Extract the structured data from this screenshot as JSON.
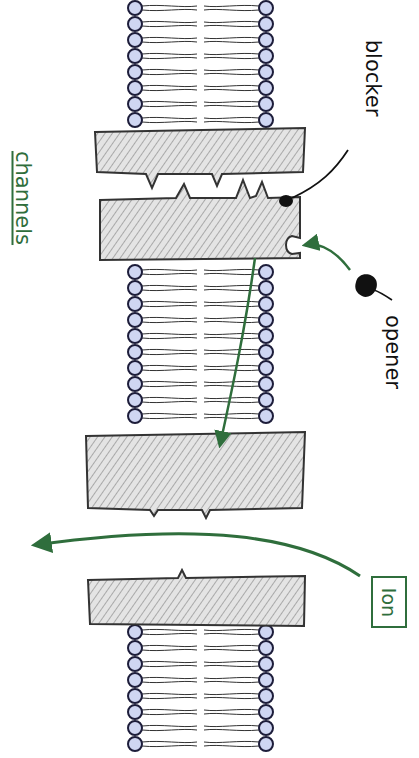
{
  "diagram": {
    "nodes": [
      {
        "text": [
          "Ion"
        ]
      }
    ],
    "labels": [
      "blocker",
      "opener",
      "channels"
    ]
  }
}
